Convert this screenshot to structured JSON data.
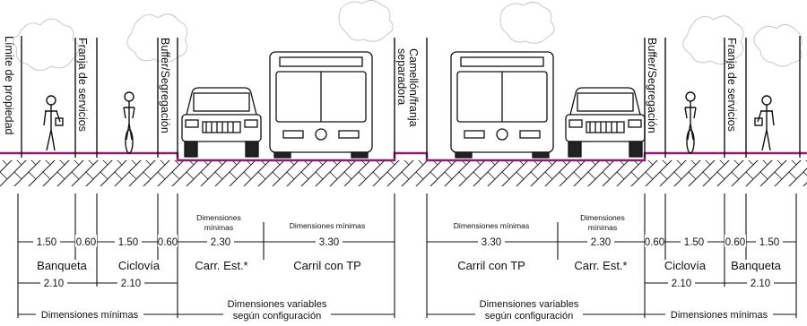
{
  "vertical_labels": {
    "limite": "Límite de propiedad",
    "franja_left": "Franja de servicios",
    "buffer_left": "Buffer/Segregación",
    "camellon_1": "Camellón/franja",
    "camellon_2": "separadora",
    "buffer_right": "Buffer/Segregación",
    "franja_right": "Franja de servicios"
  },
  "left": {
    "dims": {
      "banqueta": "1.50",
      "franja": "0.60",
      "ciclovia": "1.50",
      "buffer": "0.60",
      "carr_est": "2.30",
      "carril_tp": "3.30"
    },
    "names": {
      "banqueta": "Banqueta",
      "ciclovia": "Ciclovía",
      "carr_est": "Carr. Est.*",
      "carril_tp": "Carril con TP"
    },
    "min_carr_1": "Dimensiones",
    "min_carr_2": "mínimas",
    "min_tp": "Dimensiones mínimas",
    "total_banqueta": "2.10",
    "total_ciclovia": "2.10",
    "min_total": "Dimensiones mínimas",
    "var_1": "Dimensiones variables",
    "var_2": "según configuración"
  },
  "right": {
    "dims": {
      "carril_tp": "3.30",
      "carr_est": "2.30",
      "buffer": "0.60",
      "ciclovia": "1.50",
      "franja": "0.60",
      "banqueta": "1.50"
    },
    "names": {
      "carril_tp": "Carril con TP",
      "carr_est": "Carr. Est.*",
      "ciclovia": "Ciclovía",
      "banqueta": "Banqueta"
    },
    "min_tp": "Dimensiones mínimas",
    "min_carr_1": "Dimensiones",
    "min_carr_2": "mínimas",
    "total_ciclovia": "2.10",
    "total_banqueta": "2.10",
    "var_1": "Dimensiones variables",
    "var_2": "según configuración",
    "min_total": "Dimensiones mínimas"
  },
  "colors": {
    "road_line": "#8a1f6e",
    "ink": "#111111",
    "tree": "#cfcfcf"
  }
}
